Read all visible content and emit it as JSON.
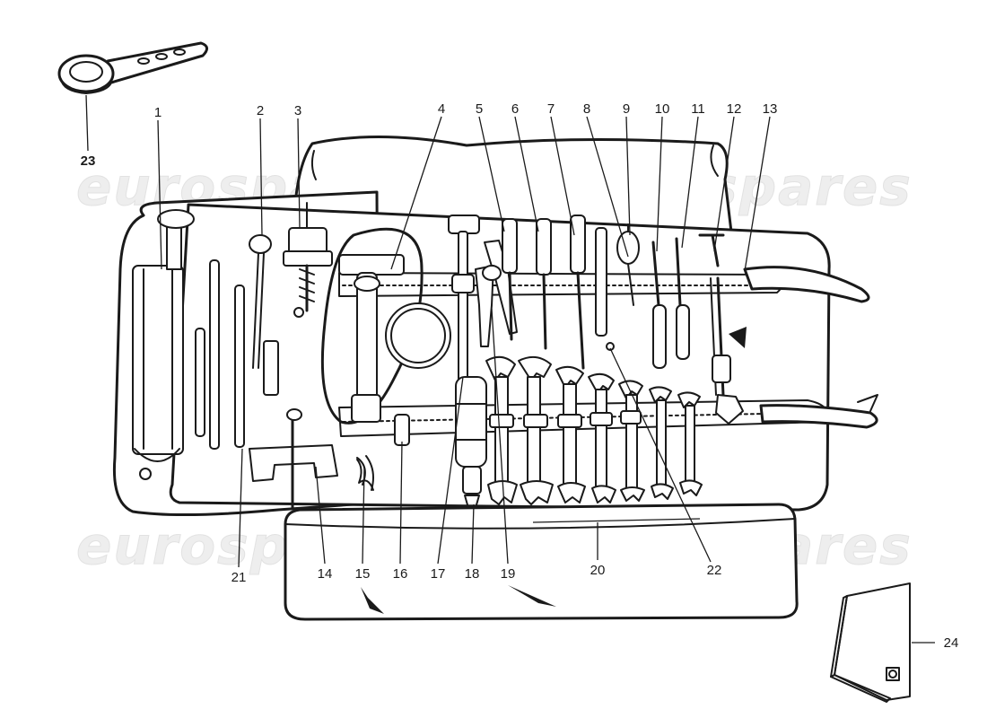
{
  "watermark": "eurospares",
  "callouts": [
    {
      "id": "1",
      "text": "1"
    },
    {
      "id": "2",
      "text": "2"
    },
    {
      "id": "3",
      "text": "3"
    },
    {
      "id": "4",
      "text": "4"
    },
    {
      "id": "5",
      "text": "5"
    },
    {
      "id": "6",
      "text": "6"
    },
    {
      "id": "7",
      "text": "7"
    },
    {
      "id": "8",
      "text": "8"
    },
    {
      "id": "9",
      "text": "9"
    },
    {
      "id": "10",
      "text": "10"
    },
    {
      "id": "11",
      "text": "11"
    },
    {
      "id": "12",
      "text": "12"
    },
    {
      "id": "13",
      "text": "13"
    },
    {
      "id": "14",
      "text": "14"
    },
    {
      "id": "15",
      "text": "15"
    },
    {
      "id": "16",
      "text": "16"
    },
    {
      "id": "17",
      "text": "17"
    },
    {
      "id": "18",
      "text": "18"
    },
    {
      "id": "19",
      "text": "19"
    },
    {
      "id": "20",
      "text": "20"
    },
    {
      "id": "21",
      "text": "21"
    },
    {
      "id": "22",
      "text": "22"
    },
    {
      "id": "23",
      "text": "23"
    },
    {
      "id": "24",
      "text": "24"
    }
  ]
}
